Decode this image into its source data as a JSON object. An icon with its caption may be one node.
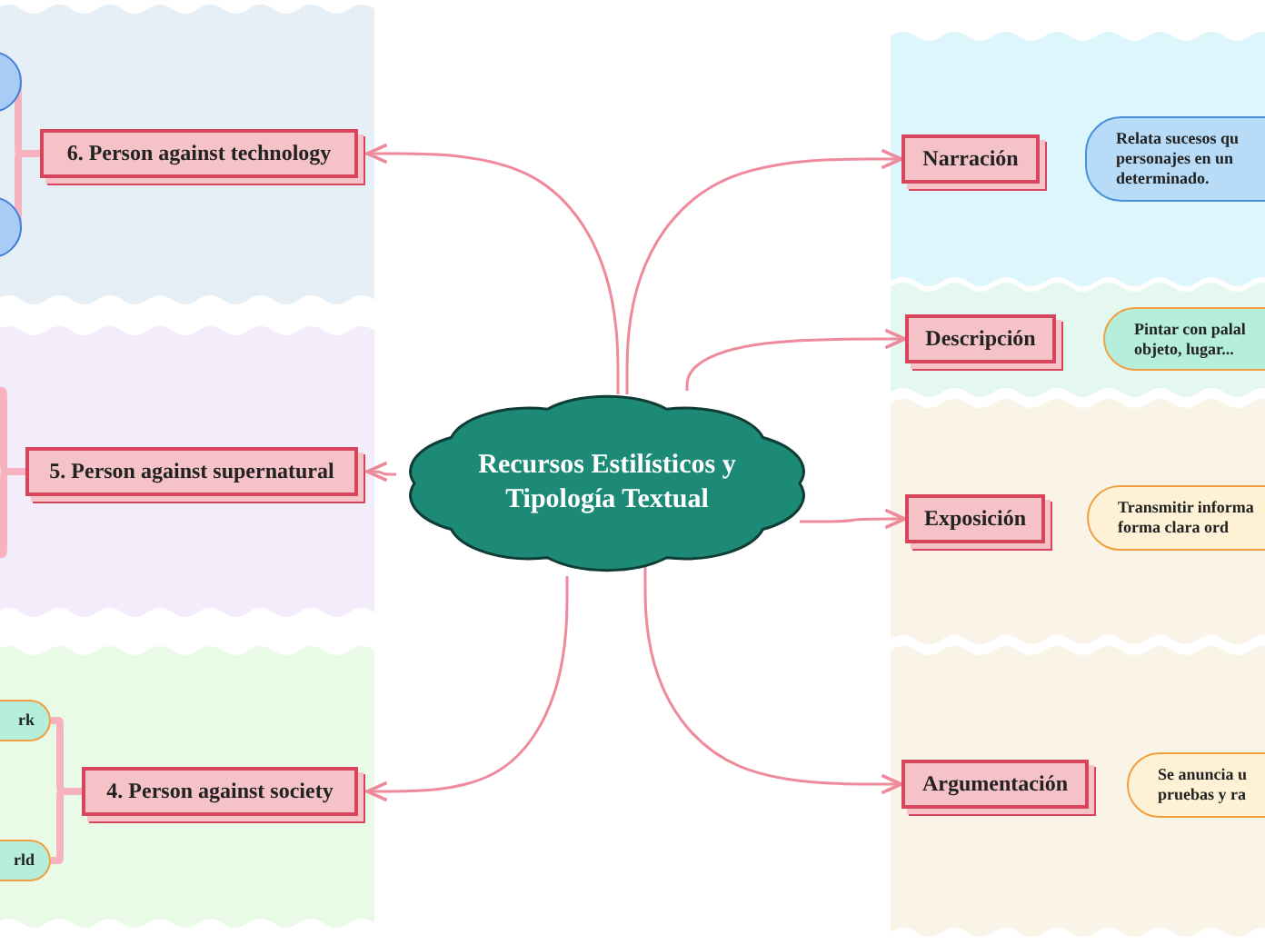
{
  "diagram": {
    "nodes": [
      {
        "text": [
          "Recursos Estilísticos y Tipología Textual"
        ]
      },
      {
        "text": [
          "Narración"
        ]
      },
      {
        "text": [
          "Relata sucesos qu personajes en un determinado."
        ]
      },
      {
        "text": [
          "Descripción"
        ]
      },
      {
        "text": [
          "Pintar con palal objeto, lugar..."
        ]
      },
      {
        "text": [
          "Exposición"
        ]
      },
      {
        "text": [
          "Transmitir informa forma clara ord"
        ]
      },
      {
        "text": [
          "Argumentación"
        ]
      },
      {
        "text": [
          "Se anuncia u pruebas y ra"
        ]
      },
      {
        "text": [
          "6. Person against technology"
        ]
      },
      {
        "text": [],
        "shape": "circle"
      },
      {
        "text": [],
        "shape": "circle"
      },
      {
        "text": [
          "5. Person against supernatural"
        ]
      },
      {
        "text": [
          "4. Person against society"
        ]
      },
      {
        "text": [
          "rk"
        ]
      },
      {
        "text": [
          "rld"
        ]
      }
    ],
    "edges": [
      {
        "from": 0,
        "to": 1,
        "arrow": "to"
      },
      {
        "from": 0,
        "to": 3,
        "arrow": "to"
      },
      {
        "from": 0,
        "to": 5,
        "arrow": "to"
      },
      {
        "from": 0,
        "to": 7,
        "arrow": "to"
      },
      {
        "from": 0,
        "to": 9,
        "arrow": "to"
      },
      {
        "from": 0,
        "to": 12,
        "arrow": "to"
      },
      {
        "from": 0,
        "to": 13,
        "arrow": "to"
      },
      {
        "from": 9,
        "to": 10,
        "arrow": "none",
        "style": "thick"
      },
      {
        "from": 9,
        "to": 11,
        "arrow": "none",
        "style": "thick"
      },
      {
        "from": 12,
        "to": null,
        "arrow": "none",
        "style": "thick"
      },
      {
        "from": 12,
        "to": null,
        "arrow": "none",
        "style": "thick"
      },
      {
        "from": 13,
        "to": 14,
        "arrow": "none",
        "style": "thick"
      },
      {
        "from": 13,
        "to": 15,
        "arrow": "none",
        "style": "thick"
      }
    ]
  }
}
